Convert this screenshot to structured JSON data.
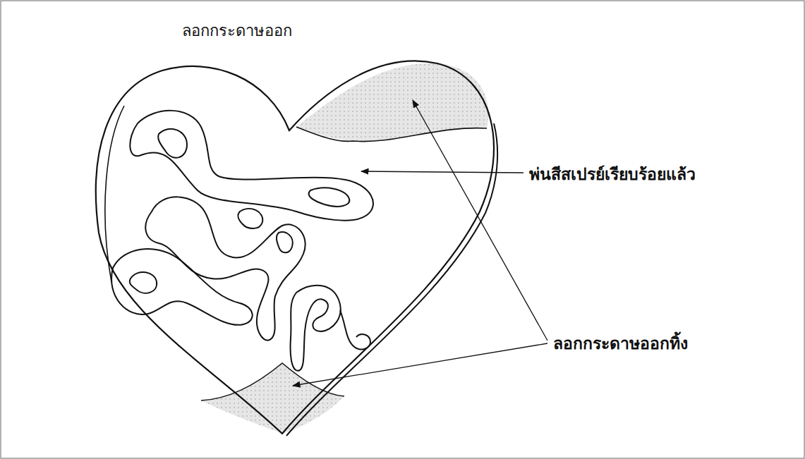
{
  "diagram": {
    "title": "ลอกกระดาษออก",
    "labels": [
      "พ่นสีสเปรย์เรียบร้อยแล้ว",
      "ลอกกระดาษออกทิ้ง"
    ]
  }
}
